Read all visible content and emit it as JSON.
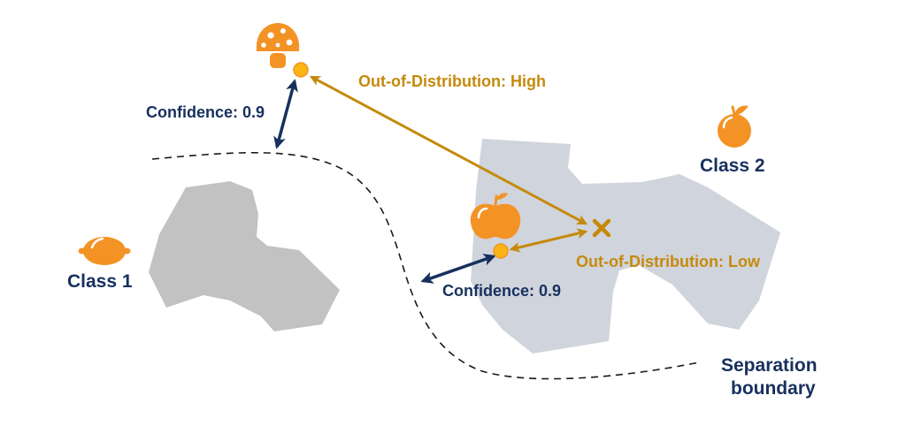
{
  "labels": {
    "class1": "Class 1",
    "class2": "Class 2",
    "separation_line1": "Separation",
    "separation_line2": "boundary",
    "confidence_top": "Confidence: 0.9",
    "confidence_bottom": "Confidence: 0.9",
    "ood_high": "Out-of-Distribution: High",
    "ood_low": "Out-of-Distribution: Low"
  },
  "icons": {
    "class1_fruit": "lemon-icon",
    "class2_fruit": "orange-icon",
    "outlier_sample": "mushroom-icon",
    "near_sample": "apple-icon",
    "class2_center": "x-mark-icon"
  },
  "colors": {
    "navy": "#17305e",
    "gold": "#c58a0c",
    "orange": "#f39325",
    "dot": "#fbb515",
    "class1_region": "#c2c2c2",
    "class2_region": "#d0d4dc",
    "boundary": "#1a1a1a"
  }
}
